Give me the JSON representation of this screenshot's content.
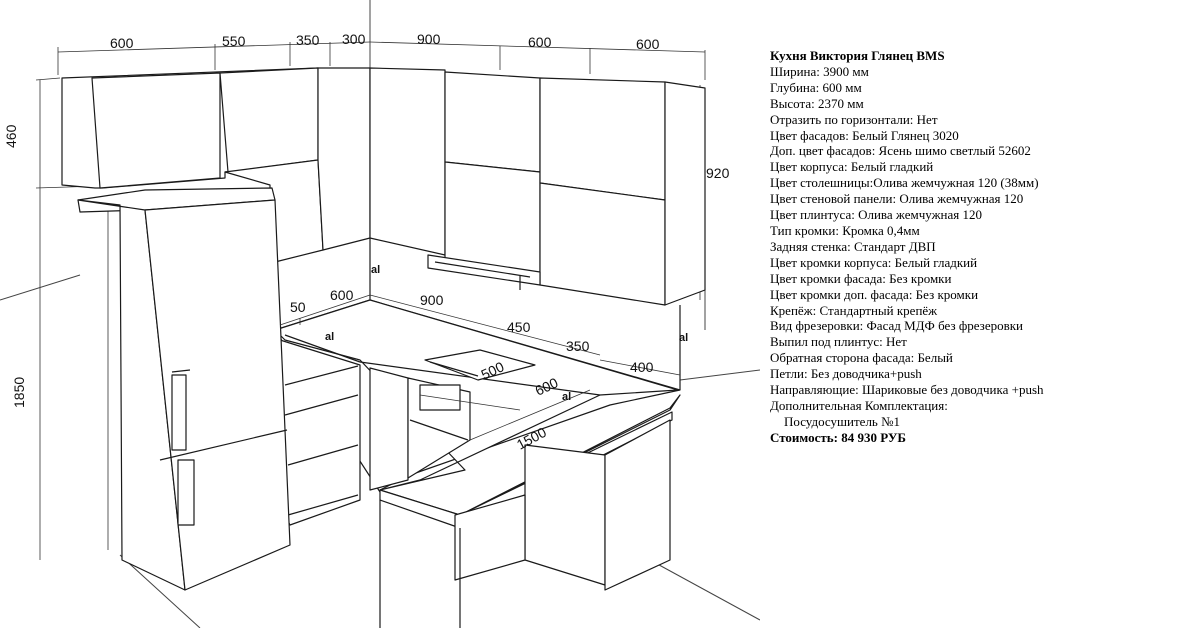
{
  "dimensions": {
    "top_600_left": "600",
    "top_550": "550",
    "top_350": "350",
    "top_300": "300",
    "top_900": "900",
    "top_600_mid": "600",
    "top_600_right": "600",
    "left_460": "460",
    "left_1850": "1850",
    "right_920": "920",
    "counter_50": "50",
    "counter_600": "600",
    "counter_900": "900",
    "counter_450": "450",
    "counter_350": "350",
    "counter_400": "400",
    "hob_500": "500",
    "hob_600": "600",
    "bar_1500": "1500"
  },
  "marks": {
    "al_1": "al",
    "al_2": "al",
    "al_3": "al",
    "al_4": "al"
  },
  "specs": {
    "title": "Кухня Виктория Глянец BMS",
    "lines": [
      "Ширина: 3900 мм",
      "Глубина: 600 мм",
      "Высота: 2370 мм",
      "Отразить по горизонтали: Нет",
      "Цвет фасадов: Белый Глянец 3020",
      "Доп. цвет фасадов: Ясень шимо светлый 52602",
      "Цвет корпуса: Белый гладкий",
      "Цвет столешницы:Олива жемчужная 120 (38мм)",
      "Цвет стеновой панели: Олива жемчужная 120",
      "Цвет плинтуса: Олива жемчужная 120",
      "Тип кромки: Кромка 0,4мм",
      "Задняя стенка: Стандарт ДВП",
      "Цвет кромки корпуса: Белый гладкий",
      "Цвет кромки фасада: Без кромки",
      "Цвет кромки доп. фасада: Без кромки",
      "Крепёж: Стандартный крепёж",
      "Вид фрезеровки: Фасад МДФ без фрезеровки",
      "Выпил под плинтус: Нет",
      "Обратная сторона фасада: Белый",
      "Петли: Без доводчика+push",
      "Направляющие: Шариковые без доводчика +push",
      "Дополнительная Комплектация:"
    ],
    "extra_item": "Посудосушитель №1",
    "price": "Стоимость:  84 930 РУБ"
  }
}
